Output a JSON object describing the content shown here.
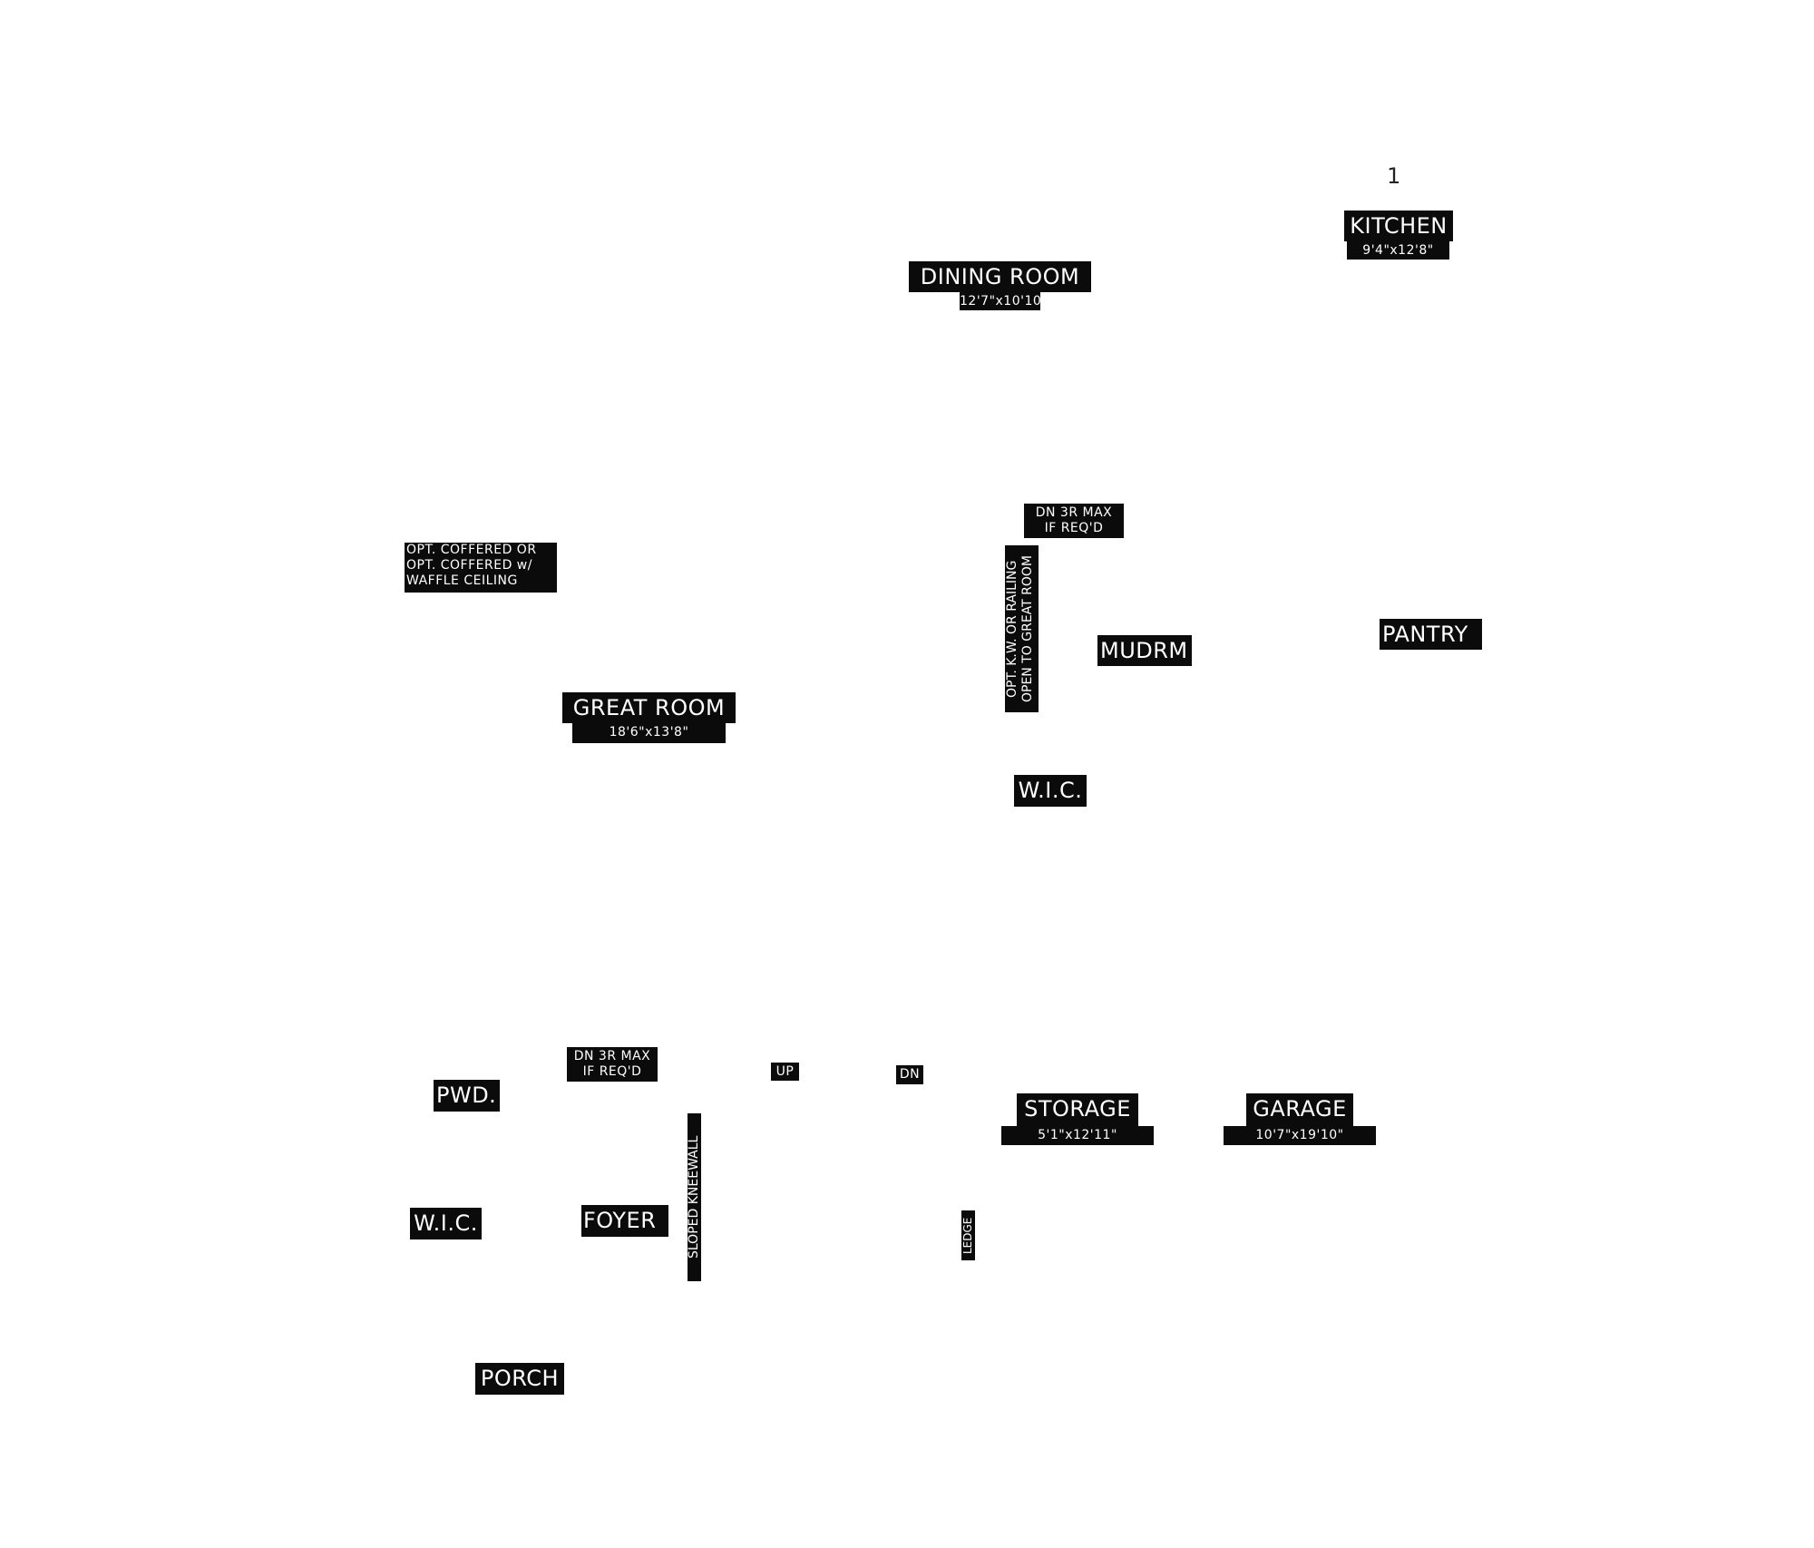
{
  "page_number": "1",
  "rooms": {
    "kitchen": {
      "name": "KITCHEN",
      "dims": "9'4\"x12'8\""
    },
    "dining_room": {
      "name": "DINING ROOM",
      "dims": "12'7\"x10'10\""
    },
    "great_room": {
      "name": "GREAT ROOM",
      "dims": "18'6\"x13'8\""
    },
    "mudroom": {
      "name": "MUDRM"
    },
    "pantry": {
      "name": "PANTRY"
    },
    "wic_upper": {
      "name": "W.I.C."
    },
    "pwd": {
      "name": "PWD."
    },
    "wic_lower": {
      "name": "W.I.C."
    },
    "foyer": {
      "name": "FOYER"
    },
    "porch": {
      "name": "PORCH"
    },
    "storage": {
      "name": "STORAGE",
      "dims": "5'1\"x12'11\""
    },
    "garage": {
      "name": "GARAGE",
      "dims": "10'7\"x19'10\""
    }
  },
  "notes": {
    "coffered_ceiling": "OPT. COFFERED OR\nOPT. COFFERED w/\nWAFFLE CEILING",
    "dn_3r_upper": "DN 3R MAX\nIF REQ'D",
    "railing": "OPT. K.W. OR RAILING\nOPEN TO GREAT ROOM",
    "dn_3r_lower": "DN 3R MAX\nIF REQ'D",
    "stair_up": "UP",
    "stair_dn": "DN",
    "sloped_kneewall": "SLOPED KNEEWALL",
    "ledge": "LEDGE"
  }
}
